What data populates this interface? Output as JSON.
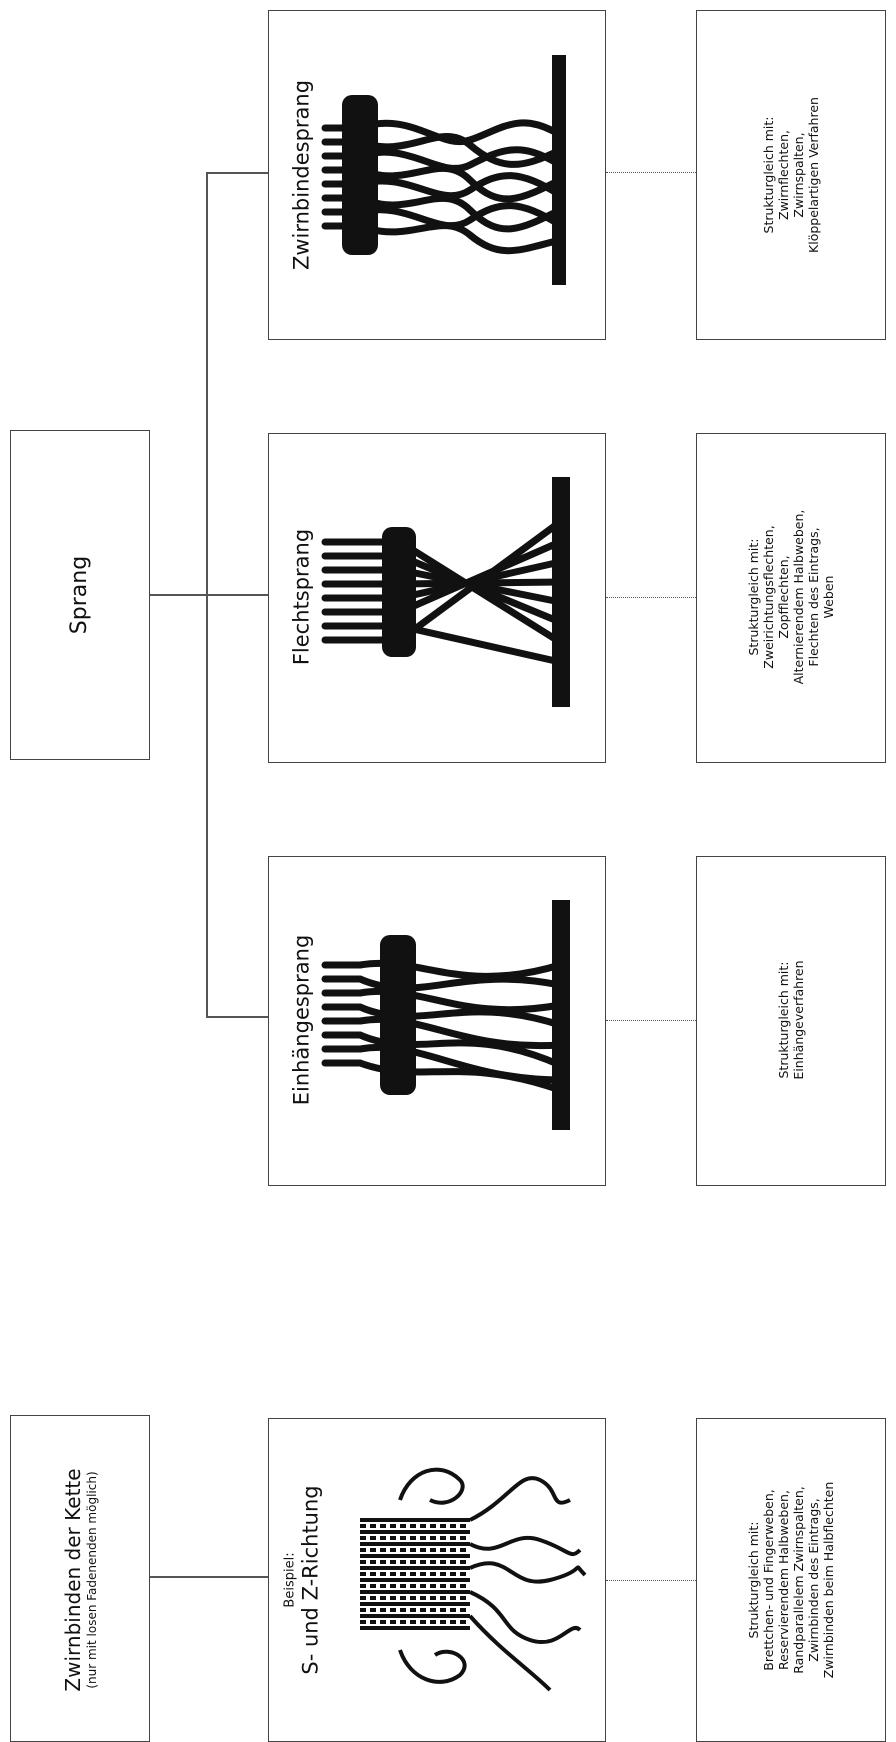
{
  "sprang": {
    "title": "Sprang",
    "types": [
      {
        "name": "Zwirnbindesprang",
        "related": [
          "Strukturgleich mit:",
          "Zwirnflechten,",
          "Zwirnspalten,",
          "Klöppelartigen Verfahren"
        ]
      },
      {
        "name": "Flechtsprang",
        "related": [
          "Strukturgleich mit:",
          "Zweirichtungsflechten,",
          "Zopfflechten,",
          "Alternierendem Halbweben,",
          "Flechten des Eintrags,",
          "Weben"
        ]
      },
      {
        "name": "Einhängesprang",
        "related": [
          "Strukturgleich mit:",
          "Einhängeverfahren"
        ]
      }
    ]
  },
  "warp_twining": {
    "title": "Zwirnbinden der Kette",
    "subtitle": "(nur mit losen Fadenenden möglich)",
    "example_label": "Beispiel:",
    "example_title": "S- und Z-Richtung",
    "related": [
      "Strukturgleich mit:",
      "Brettchen- und Fingerweben,",
      "Reservierendem Halbweben,",
      "Randparallelem Zwirnspalten,",
      "Zwirnbinden des Eintrags,",
      "Zwirnbinden beim Halbflechten"
    ]
  }
}
